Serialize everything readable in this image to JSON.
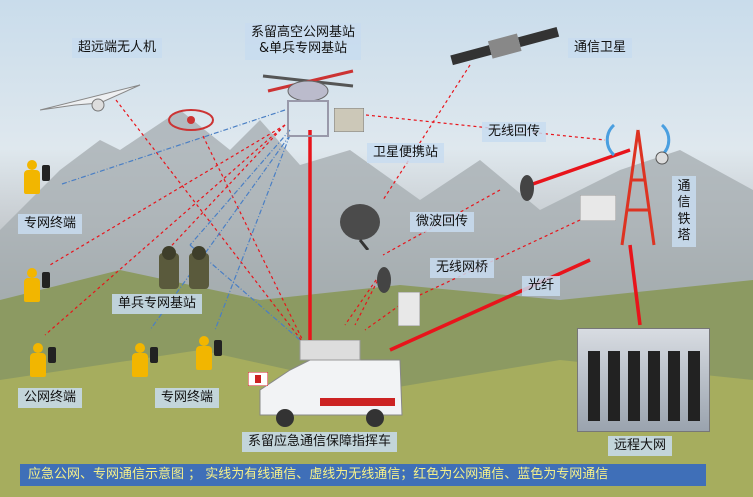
{
  "labels": {
    "uav_far": "超远端无人机",
    "tethered_line1": "系留高空公网基站",
    "tethered_line2": "&单兵专网基站",
    "satellite": "通信卫星",
    "wireless_backhaul": "无线回传",
    "sat_portable": "卫星便携站",
    "tower": "通信铁塔",
    "private_terminal_top": "专网终端",
    "microwave": "微波回传",
    "wireless_bridge": "无线网桥",
    "soldier_station": "单兵专网基站",
    "fiber": "光纤",
    "public_terminal": "公网终端",
    "private_terminal_bottom": "专网终端",
    "command_vehicle": "系留应急通信保障指挥车",
    "remote_network": "远程大网"
  },
  "caption": "应急公网、专网通信示意图 ； 实线为有线通信、虚线为无线通信；红色为公网通信、蓝色为专网通信",
  "colors": {
    "public": "#e8141b",
    "private": "#4a7fc4",
    "caption_bg": "#3f6fb8",
    "caption_text": "#f5f08a"
  }
}
